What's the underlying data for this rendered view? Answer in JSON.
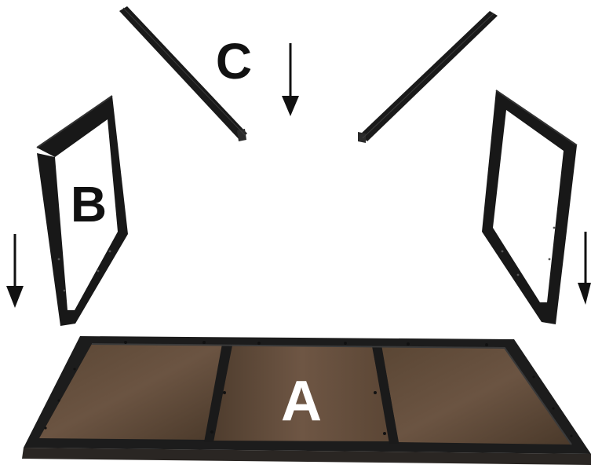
{
  "labels": {
    "tabletop": "A",
    "leg_frame": "B",
    "brace": "C"
  },
  "colors": {
    "steel": "#1a1a1a",
    "wood_dark": "#4b3a2b",
    "wood_light": "#6e5644",
    "label_dark": "#111111",
    "label_light": "#ffffff",
    "arrow": "#111111"
  },
  "icons": {
    "arrow_down": "arrow-down-icon"
  }
}
